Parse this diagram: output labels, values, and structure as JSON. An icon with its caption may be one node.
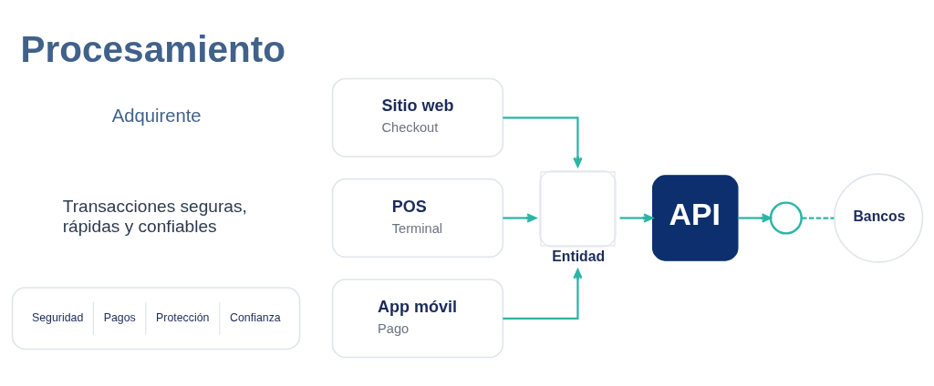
{
  "diagram": {
    "title": "Procesamiento",
    "nodes": [
      {
        "text": [
          "Seguridad",
          "Pagos",
          "Protección",
          "Confianza"
        ]
      },
      {
        "text": [
          "Sitio web",
          "Checkout"
        ]
      },
      {
        "text": [
          "POS",
          "Terminal"
        ]
      },
      {
        "text": [
          "App móvil",
          "Pago"
        ]
      },
      {
        "text": [
          "Entidad"
        ]
      },
      {
        "text": [
          "API"
        ]
      },
      {
        "text": [],
        "shape": "circle"
      },
      {
        "text": [
          "Bancos"
        ]
      }
    ],
    "edges": [
      {
        "from": 1,
        "to": 4,
        "arrow": "to"
      },
      {
        "from": 2,
        "to": 4,
        "arrow": "to"
      },
      {
        "from": 3,
        "to": 4,
        "arrow": "to"
      },
      {
        "from": 4,
        "to": 5,
        "arrow": "to"
      },
      {
        "from": 5,
        "to": 6,
        "arrow": "to"
      },
      {
        "from": 6,
        "to": 7,
        "arrow": "none",
        "style": "dashed"
      }
    ],
    "labels": [
      "Adquirente",
      "Transacciones seguras, rápidas y confiables"
    ]
  }
}
